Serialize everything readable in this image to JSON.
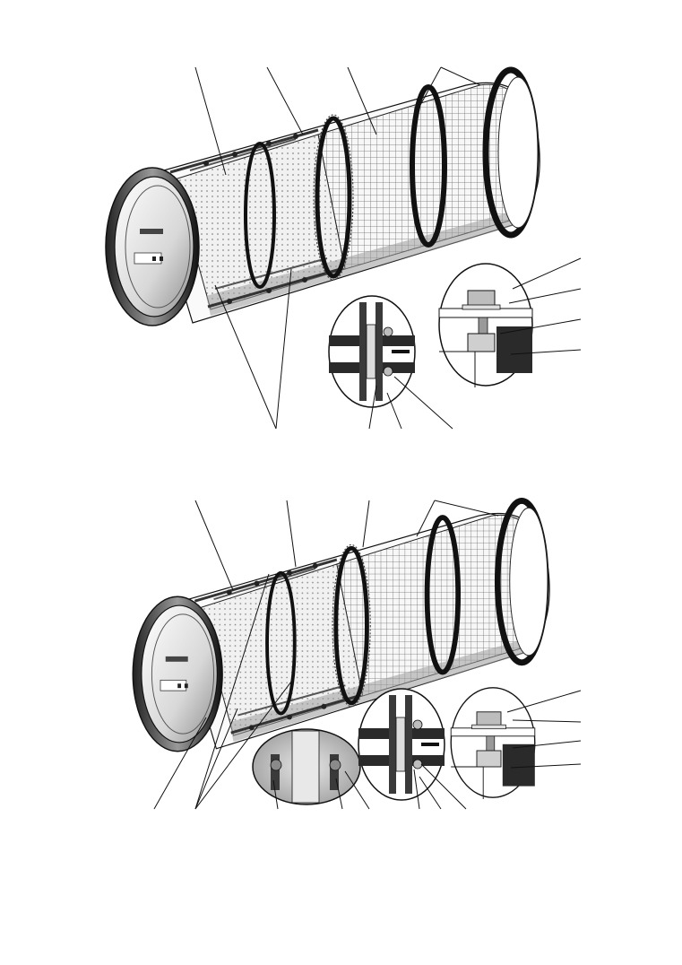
{
  "figures": [
    {
      "id": "upper",
      "leader_count": 12,
      "detail_callout_count": 2
    },
    {
      "id": "lower",
      "leader_count": 17,
      "detail_callout_count": 3
    }
  ],
  "colors": {
    "line": "#111111",
    "steel_light": "#f4f4f4",
    "steel_mid": "#bdbdbd",
    "steel_dark": "#2a2a2a",
    "mesh": "#6b6b6b",
    "background": "#ffffff"
  }
}
